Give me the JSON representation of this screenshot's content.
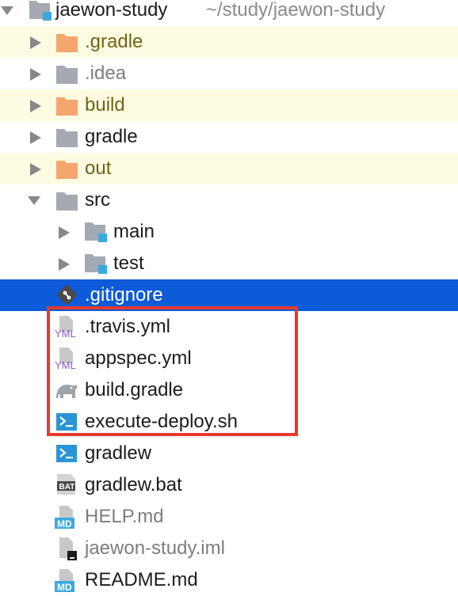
{
  "project": {
    "name": "jaewon-study",
    "path": "~/study/jaewon-study"
  },
  "tree": {
    "gradle_dir_hidden": ".gradle",
    "idea_dir": ".idea",
    "build_dir": "build",
    "gradle_dir": "gradle",
    "out_dir": "out",
    "src_dir": "src",
    "main_dir": "main",
    "test_dir": "test",
    "gitignore": ".gitignore",
    "travis_yml": ".travis.yml",
    "appspec_yml": "appspec.yml",
    "build_gradle": "build.gradle",
    "execute_deploy": "execute-deploy.sh",
    "gradlew": "gradlew",
    "gradlew_bat": "gradlew.bat",
    "help_md": "HELP.md",
    "iml": "jaewon-study.iml",
    "readme_md": "README.md"
  },
  "badges": {
    "yml": "YML",
    "md": "MD",
    "bat": "BAT"
  },
  "colors": {
    "selection": "#0d5bd8",
    "excluded_bg": "#fdfbe2",
    "excluded_folder": "#f4a66e",
    "highlight_border": "#e8392b",
    "module_badge": "#3aa9e0"
  }
}
